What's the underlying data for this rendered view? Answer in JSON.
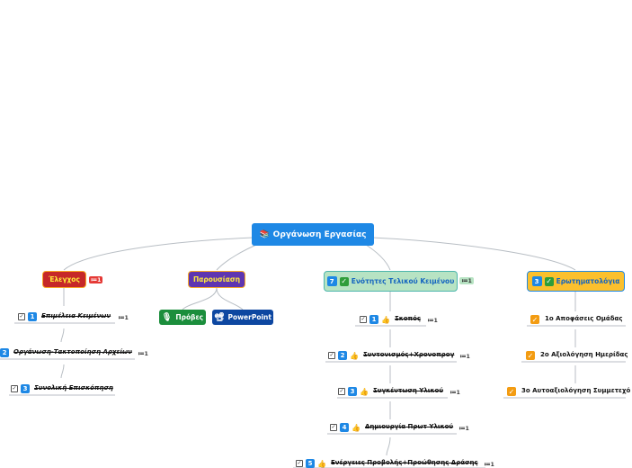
{
  "root": {
    "label": "Οργάνωση Εργασίας",
    "icon": "books-icon"
  },
  "categories": [
    {
      "label": "Έλεγχος",
      "badge": "1"
    },
    {
      "label": "Παρουσίαση"
    },
    {
      "label": "Ενότητες Τελικού Κειμένου",
      "number": "7",
      "badge": "1"
    },
    {
      "label": "Ερωτηματολόγια",
      "number": "3"
    }
  ],
  "check_items": [
    {
      "number": "1",
      "label": "Επιμέλεια Κειμένων",
      "badge": "1"
    },
    {
      "number": "2",
      "label": "Οργάνωση-Τακτοποίηση Αρχείων",
      "badge": "1"
    },
    {
      "number": "3",
      "label": "Συνολική Επισκόπηση"
    }
  ],
  "presentation_items": [
    {
      "label": "Πρόβες",
      "icon": "microphone-icon"
    },
    {
      "label": "PowerPoint",
      "icon": "projector-icon"
    }
  ],
  "section_items": [
    {
      "number": "1",
      "label": "Σκοπός",
      "badge": "1"
    },
    {
      "number": "2",
      "label": "Συντονισμός+Χρονοπρογ",
      "badge": "1"
    },
    {
      "number": "3",
      "label": "Συγκέντωση Υλικού",
      "badge": "1"
    },
    {
      "number": "4",
      "label": "Δημιουργία Πρωτ Υλικού",
      "badge": "1"
    },
    {
      "number": "5",
      "label": "Ενέργειες Προβολής+Προώθησης Δράσης",
      "badge": "1"
    }
  ],
  "questionnaire_items": [
    {
      "label": "1ο Αποφάσεις Ομάδας"
    },
    {
      "label": "2ο Αξιολόγηση Ημερίδας"
    },
    {
      "label": "3ο Αυτοαξιολόγηση Συμμετεχό"
    }
  ],
  "colors": {
    "root": "#1e88e5",
    "category_red": "#c62828",
    "category_purple": "#5e35b1",
    "category_green": "#b7e3c3",
    "category_yellow": "#fbc02d",
    "link": "#b0b6bc"
  }
}
